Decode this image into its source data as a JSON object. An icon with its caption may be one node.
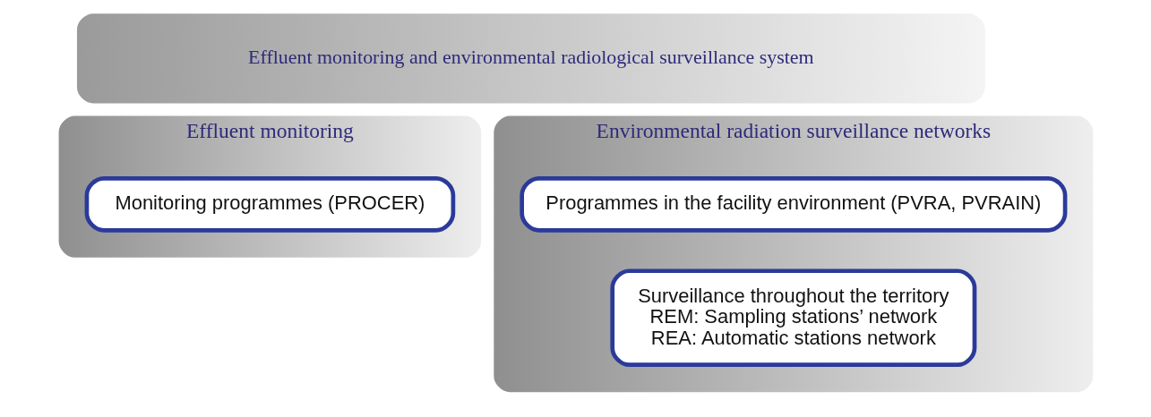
{
  "diagram": {
    "nodes": [
      {
        "text": [
          "Effluent monitoring and environmental radiological surveillance system"
        ]
      },
      {
        "text": [
          "Effluent monitoring"
        ]
      },
      {
        "text": [
          "Monitoring programmes (PROCER)"
        ],
        "in": 1
      },
      {
        "text": [
          "Environmental radiation surveillance networks"
        ]
      },
      {
        "text": [
          "Programmes in the facility environment (PVRA, PVRAIN)"
        ],
        "in": 3
      },
      {
        "text": [
          "Surveillance throughout the territory",
          "REM: Sampling stations’ network",
          "REA: Automatic stations network"
        ],
        "in": 3
      }
    ]
  }
}
